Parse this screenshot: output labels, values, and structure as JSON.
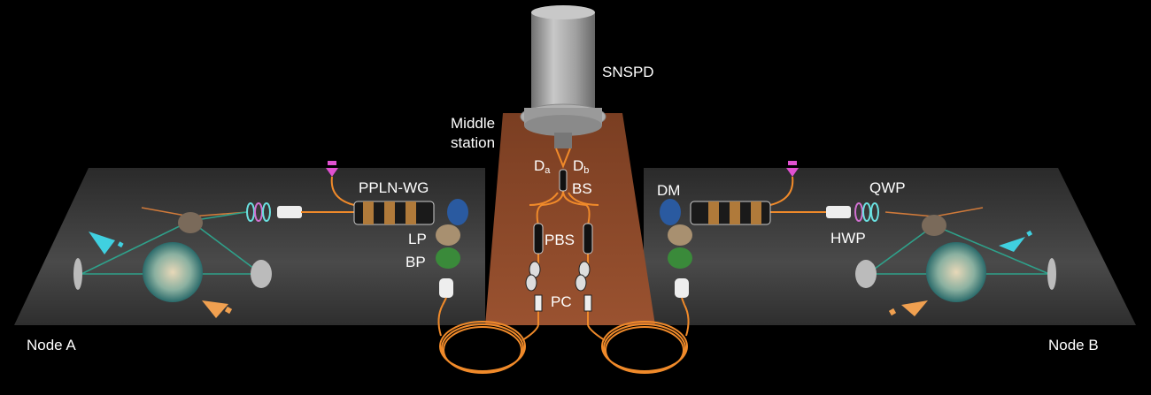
{
  "labels": {
    "snspd": "SNSPD",
    "middle_station_1": "Middle",
    "middle_station_2": "station",
    "da_main": "D",
    "da_sub": "a",
    "db_main": "D",
    "db_sub": "b",
    "bs": "BS",
    "pbs": "PBS",
    "pc": "PC",
    "ppln_wg": "PPLN-WG",
    "lp": "LP",
    "bp": "BP",
    "dm": "DM",
    "qwp": "QWP",
    "hwp": "HWP",
    "node_a": "Node A",
    "node_b": "Node B"
  },
  "colors": {
    "background": "#000000",
    "table": "#3a3a3a",
    "middle_board": "#8a4a2a",
    "fiber": "#f08a2a",
    "beam_green": "#2fa08a",
    "beam_orange": "#d07a3a",
    "pump_magenta": "#e050d0",
    "arrow_cyan": "#40d0e0",
    "arrow_orange": "#f0a050",
    "cryostat": "#a8a8a8"
  },
  "icons": {
    "cyan_arrow": "cyan-laser-arrow-icon",
    "orange_arrow": "orange-laser-arrow-icon",
    "magenta_arrow": "magenta-pump-arrow-icon"
  }
}
